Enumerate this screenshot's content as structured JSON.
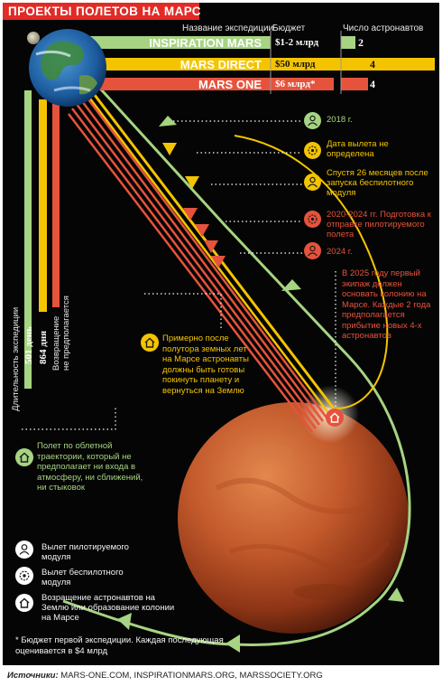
{
  "title": "ПРОЕКТЫ ПОЛЕТОВ НА МАРС",
  "columns": {
    "name": "Название экспедиции",
    "budget": "Бюджет",
    "astronauts": "Число астронавтов"
  },
  "missions": [
    {
      "name": "INSPIRATION MARS",
      "budget": "$1-2 млрд",
      "astronauts": "2",
      "color": "#a6d482"
    },
    {
      "name": "MARS DIRECT",
      "budget": "$50 млрд",
      "astronauts": "4",
      "color": "#f4c400"
    },
    {
      "name": "MARS ONE",
      "budget": "$6 млрд*",
      "astronauts": "4",
      "color": "#e5533c"
    }
  ],
  "durations": {
    "axis_label": "Длительность экспедиции",
    "inspiration": "501 день",
    "direct": "864 дня",
    "mars_one": "Возвращение не предполагается",
    "mars_one_line1": "Возвращение",
    "mars_one_line2": "не предполагается"
  },
  "events": [
    {
      "icon": "piloted-launch-icon",
      "text": "2018 г.",
      "color": "#a6d482"
    },
    {
      "icon": "unmanned-launch-icon",
      "text": "Дата вылета не определена",
      "color": "#f4c400"
    },
    {
      "icon": "piloted-launch-icon",
      "text": "Спустя 26 месяцев после запуска беспилотного модуля",
      "color": "#f4c400"
    },
    {
      "icon": "unmanned-launch-icon",
      "text": "2020-2024 гг. Подготовка к отправке пилотируемого полета",
      "color": "#e5533c"
    },
    {
      "icon": "piloted-launch-icon",
      "text": "2024 г.",
      "color": "#e5533c"
    }
  ],
  "notes": {
    "mars_one_colony": "В 2025 году первый экипаж должен основать колонию на Марсе. Каждые 2 года предполагается прибытие новых 4-х астронавтов",
    "mars_direct_return": "Примерно после полутора земных лет на Марсе астронавты должны быть готовы покинуть планету и вернуться на Землю",
    "inspiration_flyby": "Полет по облетной траектории, который не предполагает ни входа в атмосферу, ни сближений, ни стыковок"
  },
  "legend": [
    {
      "icon": "piloted-launch-icon",
      "text": "Вылет пилотируемого модуля"
    },
    {
      "icon": "unmanned-launch-icon",
      "text": "Вылет беспилотного модуля"
    },
    {
      "icon": "home-icon",
      "text": "Возращение астронавтов на Землю или образование колонии на Марсе"
    }
  ],
  "footnote": "* Бюджет первой экспедиции. Каждая последующая оценивается в $4 млрд",
  "sources_label": "Источники:",
  "sources": "MARS-ONE.COM, INSPIRATIONMARS.ORG, MARSSOCIETY.ORG",
  "colors": {
    "inspiration": "#a6d482",
    "direct": "#f4c400",
    "mars_one": "#e5533c",
    "title_bar": "#e22b26",
    "background": "#050505"
  }
}
